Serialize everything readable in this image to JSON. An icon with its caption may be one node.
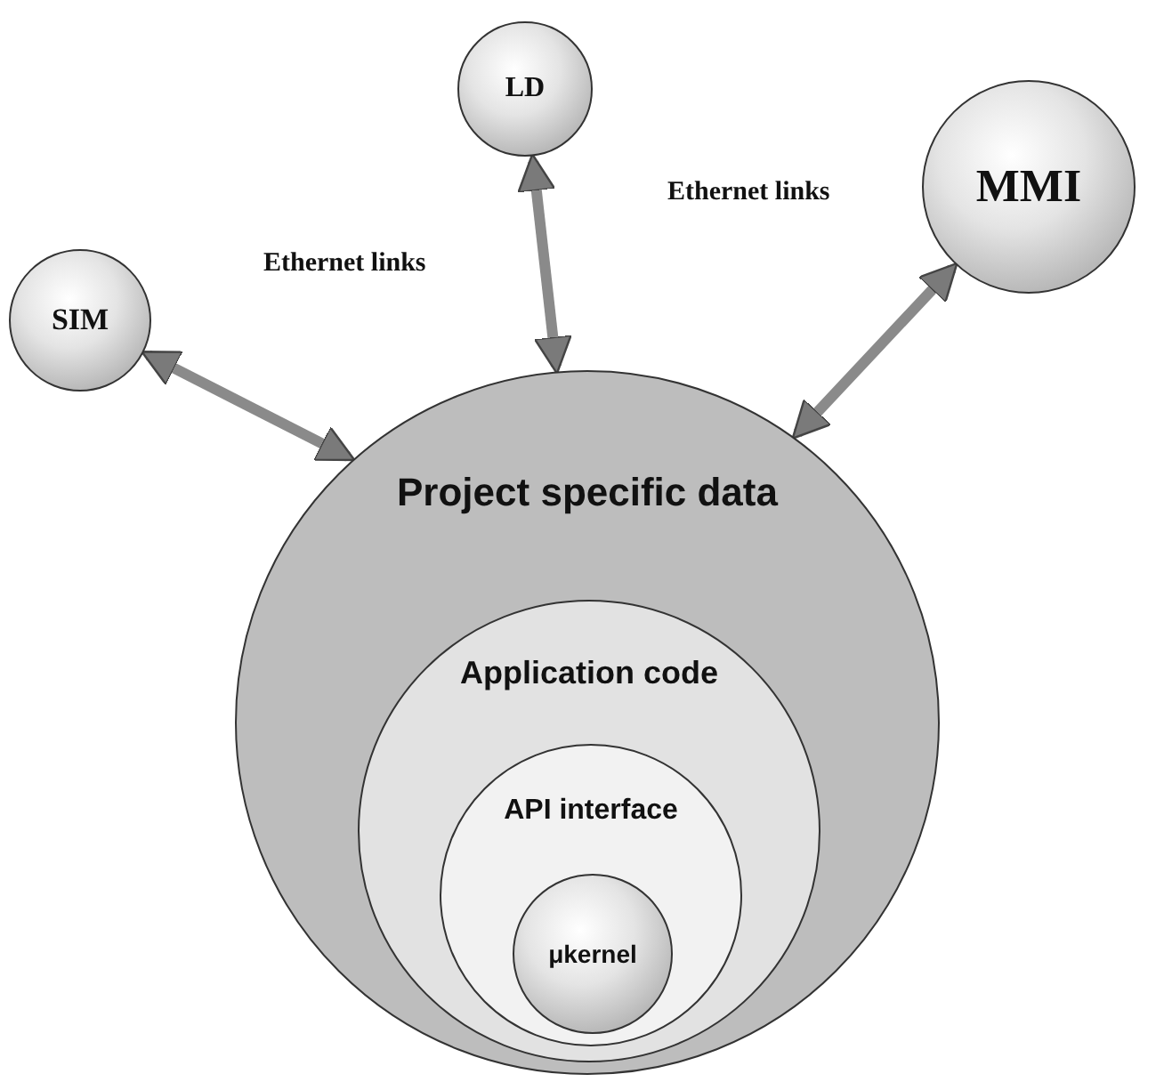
{
  "diagram": {
    "nodes": [
      {
        "text": [
          "SIM"
        ]
      },
      {
        "text": [
          "LD"
        ]
      },
      {
        "text": [
          "MMI"
        ]
      },
      {
        "text": [
          "Project specific data"
        ]
      },
      {
        "text": [
          "Application code"
        ],
        "in": 3
      },
      {
        "text": [
          "API interface"
        ],
        "in": 4
      },
      {
        "text": [
          "μkernel"
        ],
        "in": 5
      }
    ],
    "edges": [
      {
        "from": 0,
        "to": 3,
        "arrow": "both"
      },
      {
        "from": 1,
        "to": 3,
        "arrow": "both"
      },
      {
        "from": 2,
        "to": 3,
        "arrow": "both"
      }
    ],
    "labels": [
      "Ethernet links",
      "Ethernet links"
    ]
  }
}
